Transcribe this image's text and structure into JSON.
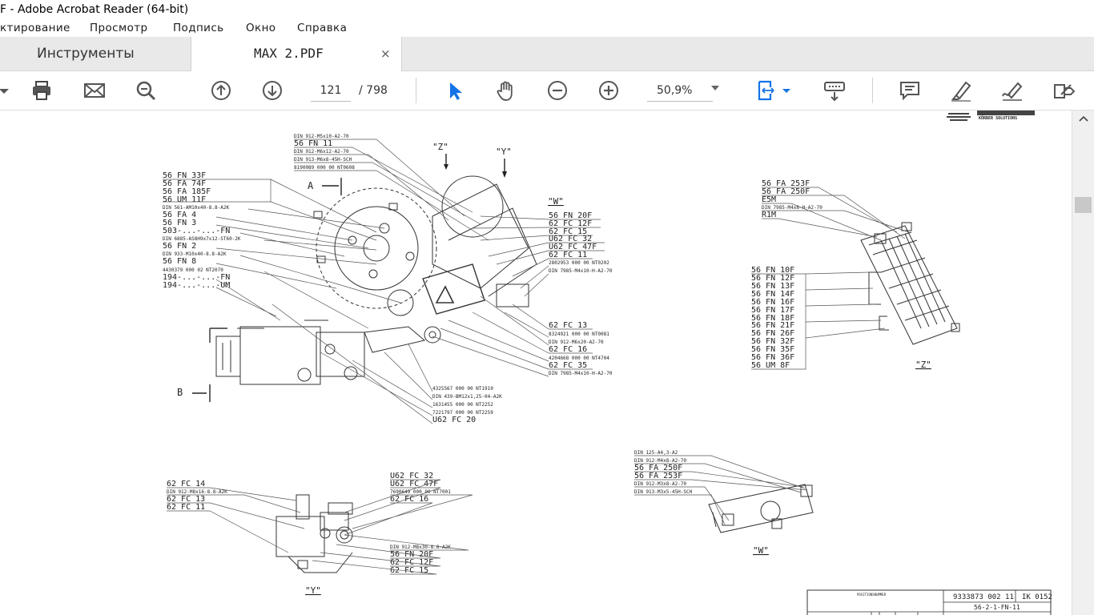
{
  "window": {
    "title": "F - Adobe Acrobat Reader (64-bit)"
  },
  "menu": [
    "ктирование",
    "Просмотр",
    "Подпись",
    "Окно",
    "Справка"
  ],
  "tabs": {
    "tools": "Инструменты",
    "doc": "MAX 2.PDF",
    "close": "×"
  },
  "toolbar": {
    "page_current": "121",
    "page_total": "/ 798",
    "zoom": "50,9%"
  },
  "drawing": {
    "logo_sub": "KÖRBER SOLUTIONS",
    "view_z": "\"Z\"",
    "view_y": "\"Y\"",
    "view_w": "\"W\"",
    "mark_a": "A",
    "mark_b": "B",
    "left_labels": [
      "56 FN 33F",
      "56 FA 74F",
      "56 FA 185F",
      "56 UM 11F",
      "DIN 561-AM10x40-8.8-A2K",
      "56 FA 4",
      "56 FN 3",
      "503-...-...-FN",
      "DIN 6885-AS8H9x7x12-ST60-2K",
      "56 FN 2",
      "DIN 933-M10x40-8.8-A2K",
      "56 FN 8",
      "4430379 000 02 NT2070",
      "194-...-...-FN",
      "194-...-...-UM"
    ],
    "top_labels": [
      "DIN 912-M5x10-A2-70",
      "56 FN 11",
      "DIN 912-M6x12-A2-70",
      "DIN 913-M6x8-45H-SCH",
      "8190089 000 00 NT0608"
    ],
    "right_labels": [
      "56 FN 20F",
      "62 FC 12F",
      "62 FC 15",
      "U62 FC 32",
      "U62 FC 47F",
      "62 FC 11",
      "2802953 000 00 NT0202",
      "DIN 7985-M4x10-H-A2-70"
    ],
    "right_lower_labels": [
      "62 FC 13",
      "8324921 000 00 NT0081",
      "DIN 912-M6x20-A2-70",
      "62 FC 16",
      "4204668 000 00 NT4704",
      "62 FC 35",
      "DIN 7985-M4x10-H-A2-70"
    ],
    "bottom_labels": [
      "4325567 000 00 NT1910",
      "DIN 439-BM12x1,25-04-A2K",
      "1631455 000 00 NT2252",
      "7221797 000 00 NT2259",
      "U62 FC 20"
    ],
    "z_top_labels": [
      "56 FA 253F",
      "56 FA 250F",
      "E5M",
      "DIN 7985-M4x6-H-A2-70",
      "R1M"
    ],
    "z_left_labels": [
      "56 FN 10F",
      "56 FN 12F",
      "56 FN 13F",
      "56 FN 14F",
      "56 FN 16F",
      "56 FN 17F",
      "56 FN 18F",
      "56 FN 21F",
      "56 FN 26F",
      "56 FN 32F",
      "56 FN 35F",
      "56 FN 36F",
      "56 UM 8F"
    ],
    "y_left_labels": [
      "62 FC 14",
      "DIN 912-M8x16-8.8-A2K",
      "62 FC 13",
      "62 FC 11"
    ],
    "y_right_top_labels": [
      "U62 FC 32",
      "U62 FC 47F",
      "7690649 000 00 NT7001",
      "62 FC 16"
    ],
    "y_right_bottom_labels": [
      "DIN 912-M8x30-8.8-A2K",
      "56 FN 20F",
      "62 FC 12F",
      "62 FC 15"
    ],
    "w_labels": [
      "DIN 125-A4,3-A2",
      "DIN 912-M4x8-A2-70",
      "56 FA 250F",
      "56 FA 253F",
      "DIN 912-M3x8-A2-70",
      "DIN 913-M3x5-45H-SCH"
    ],
    "titleblock": {
      "field": "POSITIONSNUMMER",
      "number": "9333873 002 11",
      "rev": "IK 0152",
      "code": "56-2-1-FN-11"
    }
  }
}
